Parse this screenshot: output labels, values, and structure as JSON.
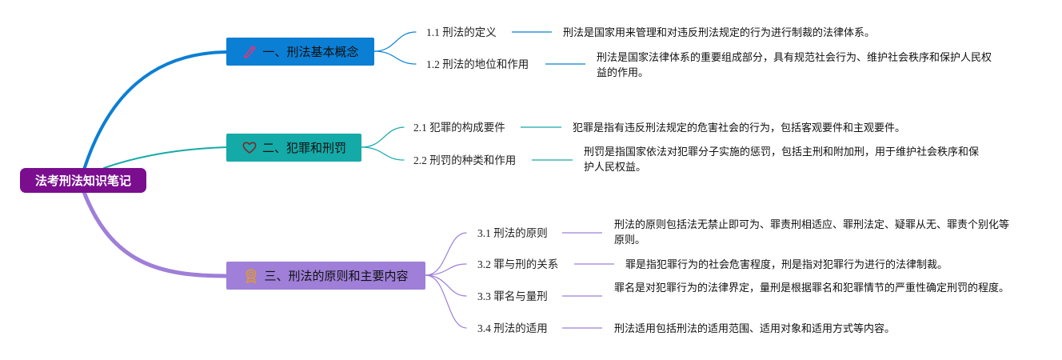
{
  "root": {
    "label": "法考刑法知识笔记",
    "color": "#7a0e8f"
  },
  "branches": [
    {
      "label": "一、刑法基本概念",
      "color": "#0b7fd4",
      "icon": "pen-icon",
      "subs": [
        {
          "label": "1.1 刑法的定义",
          "detail": "刑法是国家用来管理和对违反刑法规定的行为进行制裁的法律体系。"
        },
        {
          "label": "1.2 刑法的地位和作用",
          "detail": "刑法是国家法律体系的重要组成部分，具有规范社会行为、维护社会秩序和保护人民权益的作用。"
        }
      ]
    },
    {
      "label": "二、犯罪和刑罚",
      "color": "#14aaa8",
      "icon": "heart-icon",
      "subs": [
        {
          "label": "2.1 犯罪的构成要件",
          "detail": "犯罪是指有违反刑法规定的危害社会的行为，包括客观要件和主观要件。"
        },
        {
          "label": "2.2 刑罚的种类和作用",
          "detail": "刑罚是指国家依法对犯罪分子实施的惩罚，包括主刑和附加刑，用于维护社会秩序和保护人民权益。"
        }
      ]
    },
    {
      "label": "三、刑法的原则和主要内容",
      "color": "#9f7fd8",
      "icon": "award-icon",
      "subs": [
        {
          "label": "3.1 刑法的原则",
          "detail": "刑法的原则包括法无禁止即可为、罪责刑相适应、罪刑法定、疑罪从无、罪责个别化等原则。"
        },
        {
          "label": "3.2 罪与刑的关系",
          "detail": "罪是指犯罪行为的社会危害程度，刑是指对犯罪行为进行的法律制裁。"
        },
        {
          "label": "3.3 罪名与量刑",
          "detail": "罪名是对犯罪行为的法律界定，量刑是根据罪名和犯罪情节的严重性确定刑罚的程度。"
        },
        {
          "label": "3.4 刑法的适用",
          "detail": "刑法适用包括刑法的适用范围、适用对象和适用方式等内容。"
        }
      ]
    }
  ]
}
